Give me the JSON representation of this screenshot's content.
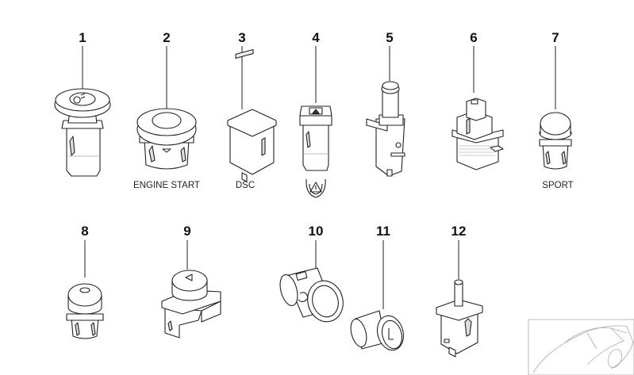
{
  "diagram": {
    "type": "parts-diagram",
    "parts": [
      {
        "number": "1",
        "label": ""
      },
      {
        "number": "2",
        "label": "ENGINE START"
      },
      {
        "number": "3",
        "label": "DSC"
      },
      {
        "number": "4",
        "label": ""
      },
      {
        "number": "5",
        "label": ""
      },
      {
        "number": "6",
        "label": ""
      },
      {
        "number": "7",
        "label": "SPORT"
      },
      {
        "number": "8",
        "label": ""
      },
      {
        "number": "9",
        "label": ""
      },
      {
        "number": "10",
        "label": ""
      },
      {
        "number": "11",
        "label": ""
      },
      {
        "number": "12",
        "label": ""
      }
    ],
    "icons": {
      "part1": "fog-light-icon",
      "part4": "hazard-warning-icon",
      "thumbnail": "car-thumbnail"
    },
    "colors": {
      "line": "#333333",
      "fill": "#ffffff",
      "thumb": "#999999"
    }
  }
}
